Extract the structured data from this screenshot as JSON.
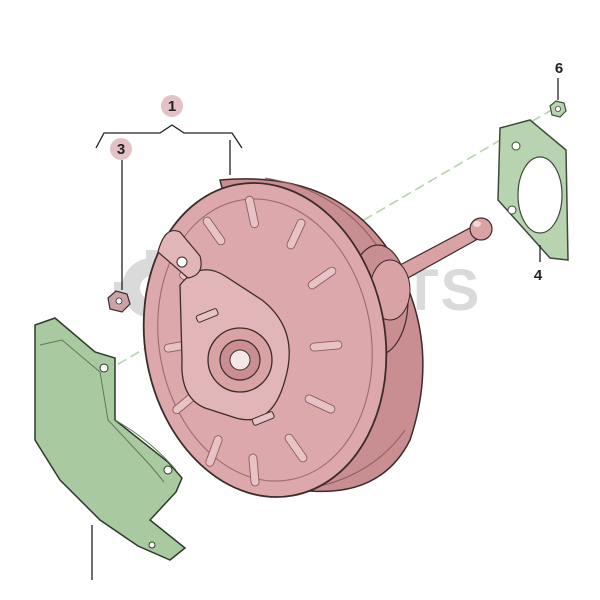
{
  "diagram": {
    "callouts": [
      {
        "number": "1"
      },
      {
        "number": "3"
      },
      {
        "number": "4"
      },
      {
        "number": "6"
      }
    ],
    "watermark": "EMPARTS",
    "colors": {
      "booster": "#d9a3a6",
      "booster_dark": "#b87c80",
      "gasket": "#b8d3b0",
      "shield": "#a9c9a0",
      "callout_circle": "#e4c1c6"
    }
  }
}
